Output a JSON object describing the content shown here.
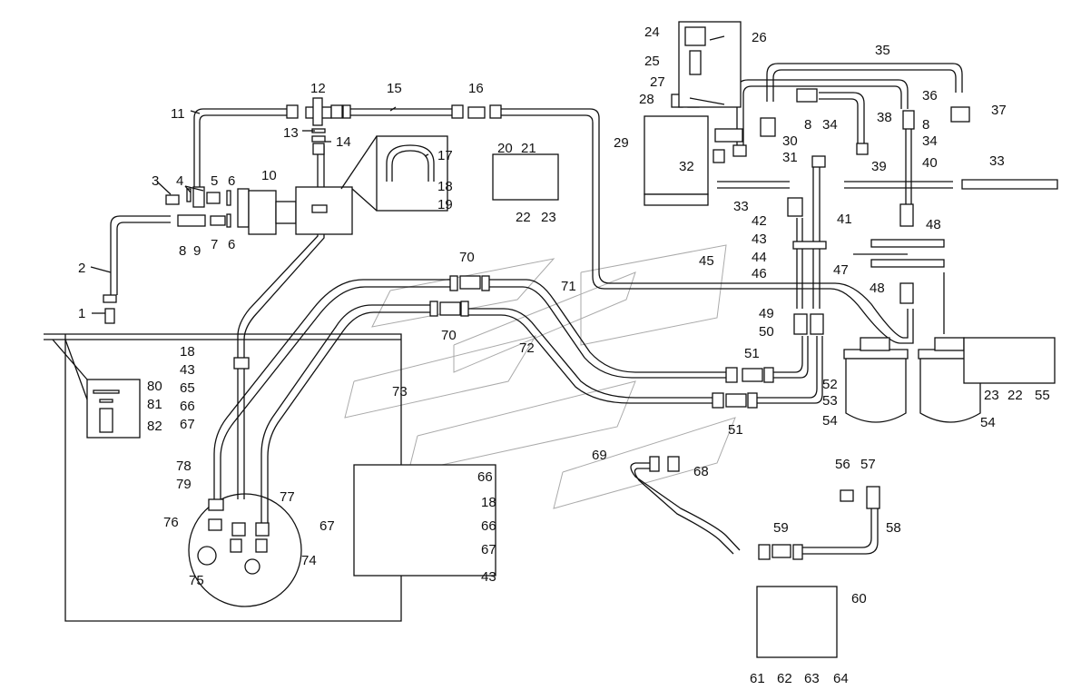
{
  "callouts": [
    "1",
    "2",
    "3",
    "4",
    "5",
    "6",
    "6",
    "7",
    "8",
    "9",
    "10",
    "11",
    "12",
    "13",
    "14",
    "15",
    "16",
    "17",
    "18",
    "19",
    "20",
    "21",
    "22",
    "23",
    "24",
    "25",
    "26",
    "27",
    "28",
    "29",
    "8",
    "34",
    "30",
    "31",
    "32",
    "33",
    "33",
    "34",
    "35",
    "36",
    "37",
    "38",
    "8",
    "39",
    "40",
    "41",
    "42",
    "43",
    "44",
    "45",
    "46",
    "47",
    "48",
    "48",
    "49",
    "50",
    "51",
    "51",
    "52",
    "53",
    "54",
    "54",
    "23",
    "22",
    "55",
    "56",
    "57",
    "58",
    "59",
    "60",
    "61",
    "62",
    "63",
    "64",
    "66",
    "18",
    "66",
    "67",
    "67",
    "43",
    "68",
    "69",
    "70",
    "70",
    "71",
    "72",
    "73",
    "74",
    "75",
    "76",
    "77",
    "78",
    "79",
    "80",
    "81",
    "82",
    "18",
    "43",
    "65",
    "66",
    "67"
  ],
  "icons": {
    "pipe": "pipe-icon",
    "fitting": "fitting-icon",
    "filter": "fuel-filter-icon",
    "tank": "fuel-tank-icon",
    "clamp": "clamp-icon",
    "bolt": "bolt-icon"
  },
  "colors": {
    "line": "#111111",
    "background": "#ffffff",
    "ghost": "#aaaaaa"
  }
}
